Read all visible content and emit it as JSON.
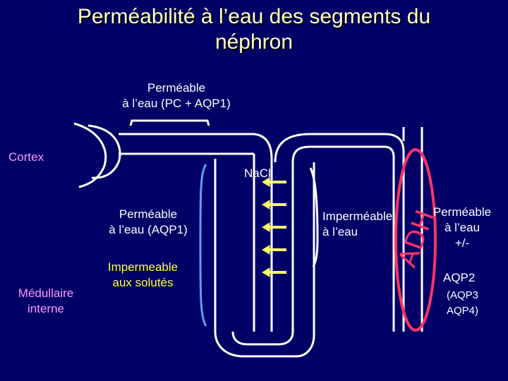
{
  "title": {
    "line1": "Perméabilité à l’eau des segments du",
    "line2": "néphron"
  },
  "labels": {
    "top_line1": "Perméable",
    "top_line2": "à l’eau (PC + AQP1)",
    "cortex": "Cortex",
    "nacl": "NaCl",
    "desc_line1": "Perméable",
    "desc_line2": "à l’eau (AQP1)",
    "medullaire_line1": "Médullaire",
    "medullaire_line2": "interne",
    "impermeable_solutes_line1": "Impermeable",
    "impermeable_solutes_line2": "aux solutés",
    "imperm_eau_line1": "Imperméable",
    "imperm_eau_line2": "à l’eau",
    "adh": "ADH",
    "right_perm_line1": "Perméable",
    "right_perm_line2": "à l’eau",
    "right_perm_line3": "+/-",
    "aqp2": "AQP2",
    "aqp34_line1": "(AQP3",
    "aqp34_line2": "AQP4)"
  },
  "colors": {
    "background": "#000066",
    "title": "#ffffcc",
    "tubule": "#ffffff",
    "descending_bracket": "#6699ff",
    "ascending_bracket": "#ffffff",
    "nacl_arrows": "#ffff66",
    "adh_ellipse": "#ff3366"
  }
}
